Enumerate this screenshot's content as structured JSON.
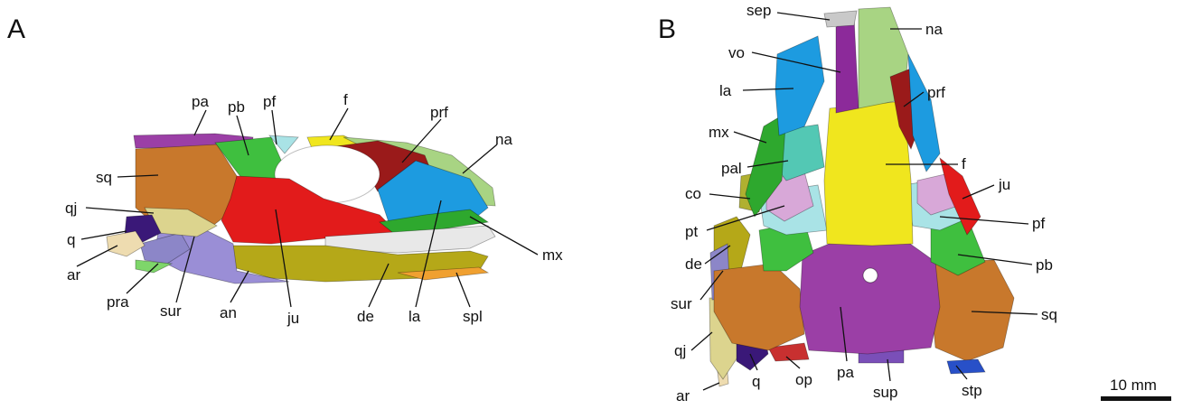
{
  "panels": {
    "a": {
      "letter": "A"
    },
    "b": {
      "letter": "B"
    }
  },
  "labels_a": {
    "pa": "pa",
    "pb": "pb",
    "pf": "pf",
    "f": "f",
    "prf": "prf",
    "na": "na",
    "sq": "sq",
    "qj": "qj",
    "q": "q",
    "ar": "ar",
    "pra": "pra",
    "sur": "sur",
    "an": "an",
    "ju": "ju",
    "de": "de",
    "la": "la",
    "spl": "spl",
    "mx": "mx"
  },
  "labels_b": {
    "sep": "sep",
    "na": "na",
    "vo": "vo",
    "prf": "prf",
    "la": "la",
    "mx": "mx",
    "pal": "pal",
    "f": "f",
    "co": "co",
    "ju": "ju",
    "pt": "pt",
    "pf": "pf",
    "de": "de",
    "pb": "pb",
    "sur": "sur",
    "sq": "sq",
    "qj": "qj",
    "ar": "ar",
    "q": "q",
    "op": "op",
    "pa": "pa",
    "sup": "sup",
    "stp": "stp"
  },
  "scale_bar": {
    "label": "10 mm"
  },
  "bone_colors": {
    "pa": "#9b3fa6",
    "pb": "#3fbf3f",
    "pf": "#a9e3e6",
    "f": "#f0e61e",
    "prf": "#9a1a1a",
    "na": "#a8d483",
    "sq": "#c8782c",
    "qj": "#dcd48e",
    "q": "#3a1878",
    "ar": "#eedcb0",
    "pra": "#7ed66a",
    "sur": "#8c86c8",
    "an": "#9a8ed6",
    "ju": "#e21b1b",
    "de": "#b5a818",
    "la": "#1d9be0",
    "spl": "#f0a030",
    "mx": "#2ea82e",
    "sep": "#c9c9c9",
    "vo": "#8c2a9a",
    "pal": "#53c8b4",
    "co": "#b0b030",
    "pt": "#d8a8d8",
    "op": "#c83030",
    "sup": "#7a4fb8",
    "stp": "#2850c8",
    "teeth": "#e8e8e8"
  }
}
